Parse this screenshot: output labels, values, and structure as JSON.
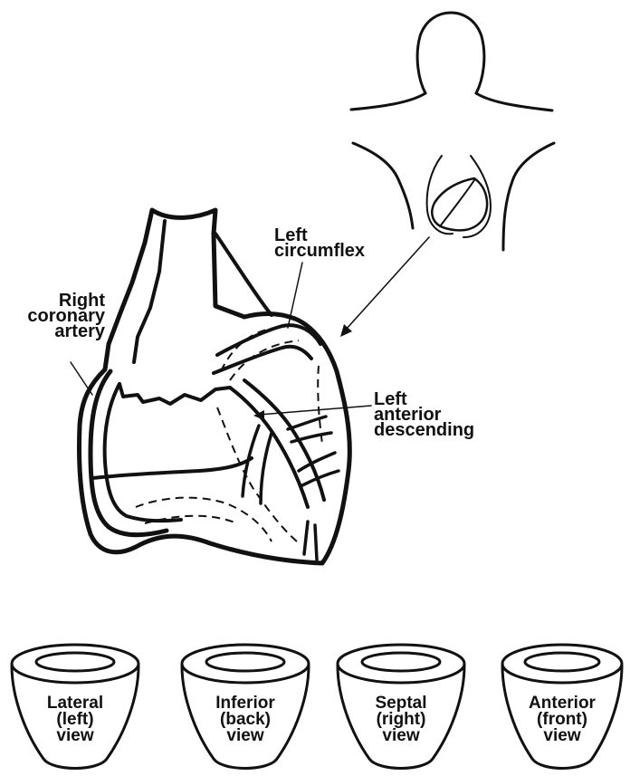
{
  "heart_labels": {
    "right_coronary": [
      "Right",
      "coronary",
      "artery"
    ],
    "left_circumflex": [
      "Left",
      "circumflex"
    ],
    "left_anterior_descending": [
      "Left",
      "anterior",
      "descending"
    ]
  },
  "views": [
    {
      "lines": [
        "Lateral",
        "(left)",
        "view"
      ]
    },
    {
      "lines": [
        "Inferior",
        "(back)",
        "view"
      ]
    },
    {
      "lines": [
        "Septal",
        "(right)",
        "view"
      ]
    },
    {
      "lines": [
        "Anterior",
        "(front)",
        "view"
      ]
    }
  ],
  "colors": {
    "ink": "#111111",
    "background": "#ffffff"
  }
}
